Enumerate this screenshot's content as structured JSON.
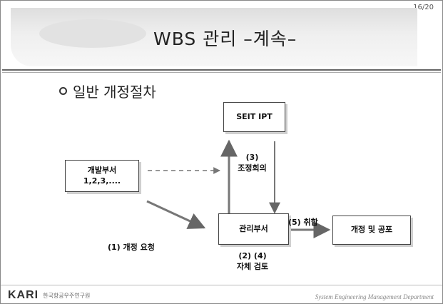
{
  "page_number": "16/20",
  "title": "WBS 관리 –계속–",
  "bullet": "일반 개정절차",
  "nodes": {
    "seit": "SEIT IPT",
    "dev_line1": "개발부서",
    "dev_line2": "1,2,3,....",
    "mgmt": "관리부서",
    "revision": "개정 및 공포"
  },
  "edges": {
    "step1": "(1) 개정 요청",
    "step3_num": "(3)",
    "step3_text": "조정회의",
    "step24_num": "(2) (4)",
    "step24_text": "자체 검토",
    "step5": "(5) 취합"
  },
  "footer": {
    "logo": "KARI",
    "org": "한국항공우주연구원",
    "dept": "System Engineering Management Department"
  }
}
